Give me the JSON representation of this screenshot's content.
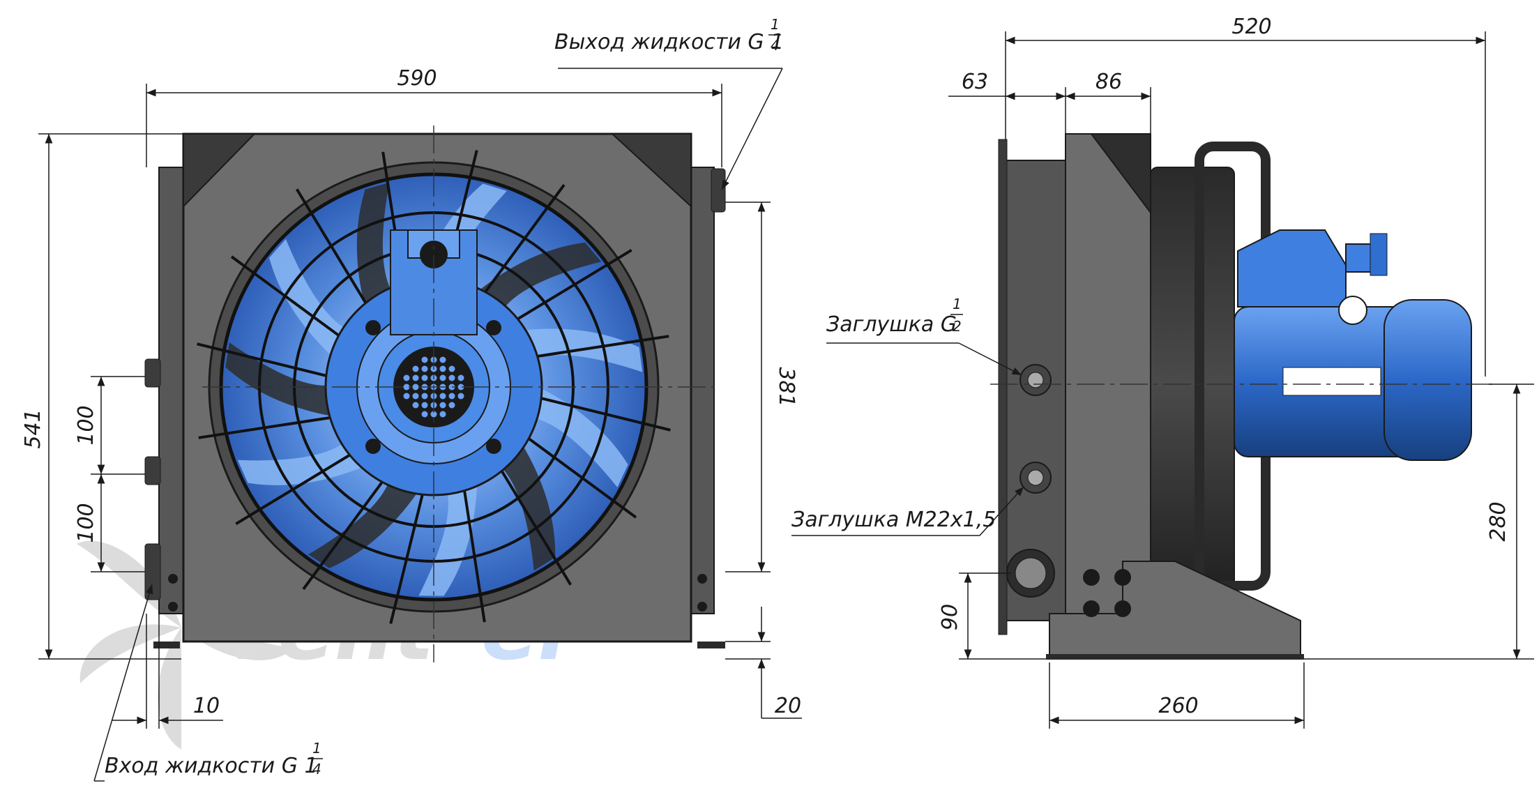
{
  "dimensions": {
    "front_width": "590",
    "front_height": "541",
    "front_inner_height": "381",
    "front_spacing_top": "100",
    "front_spacing_bottom": "100",
    "front_offset_left": "10",
    "front_offset_bottom": "20",
    "side_total_width": "520",
    "side_plate": "63",
    "side_body": "86",
    "side_axis_height": "280",
    "side_base_width": "260",
    "side_outlet_height": "90"
  },
  "callouts": {
    "outlet": {
      "text": "Выход жидкости G 1",
      "num": "1",
      "den": "4"
    },
    "inlet": {
      "text": "Вход жидкости G 1",
      "num": "1",
      "den": "4"
    },
    "plug_half": {
      "text": "Заглушка G",
      "num": "1",
      "den": "2"
    },
    "plug_m22": {
      "text": "Заглушка M22x1,5"
    }
  },
  "watermark": {
    "part1": "vent",
    "part2": "el"
  },
  "colors": {
    "frame": "#6d6d6d",
    "frame_dark": "#3a3a3a",
    "blade": "#4f86d6",
    "blade_light": "#9cc4ff",
    "motor": "#2f6fd0",
    "line": "#1a1a1a"
  }
}
